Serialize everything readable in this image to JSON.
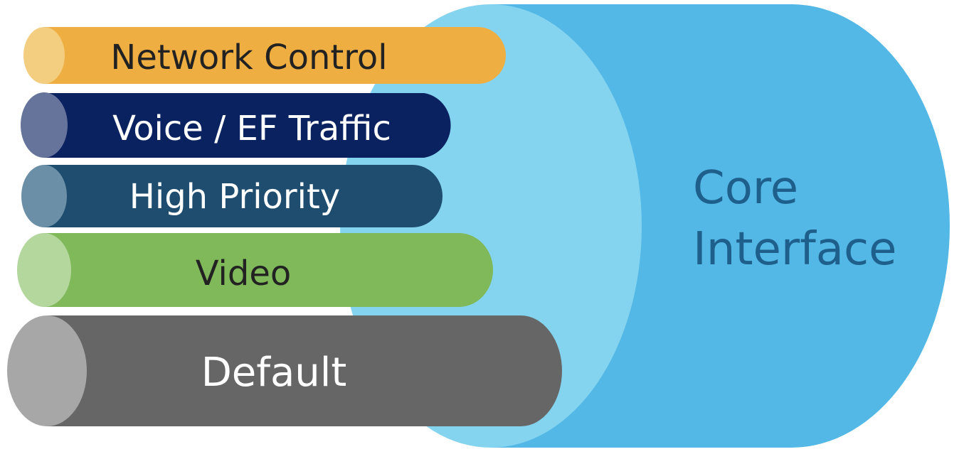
{
  "core": {
    "label_line1": "Core",
    "label_line2": "Interface",
    "color_body": "#53b8e6",
    "color_face": "#84d4f0",
    "color_text": "#1f5f8b"
  },
  "pipes": [
    {
      "label": "Network Control",
      "body": "#efae41",
      "cap": "#f3cd80",
      "text": "#222222"
    },
    {
      "label": "Voice / EF Traffic",
      "body": "#0b2260",
      "cap": "#66749c",
      "text": "#ffffff"
    },
    {
      "label": "High Priority",
      "body": "#1e4d70",
      "cap": "#6b8fa6",
      "text": "#ffffff"
    },
    {
      "label": "Video",
      "body": "#80b95a",
      "cap": "#b3d79c",
      "text": "#222222"
    },
    {
      "label": "Default",
      "body": "#666666",
      "cap": "#a7a7a7",
      "text": "#ffffff"
    }
  ]
}
